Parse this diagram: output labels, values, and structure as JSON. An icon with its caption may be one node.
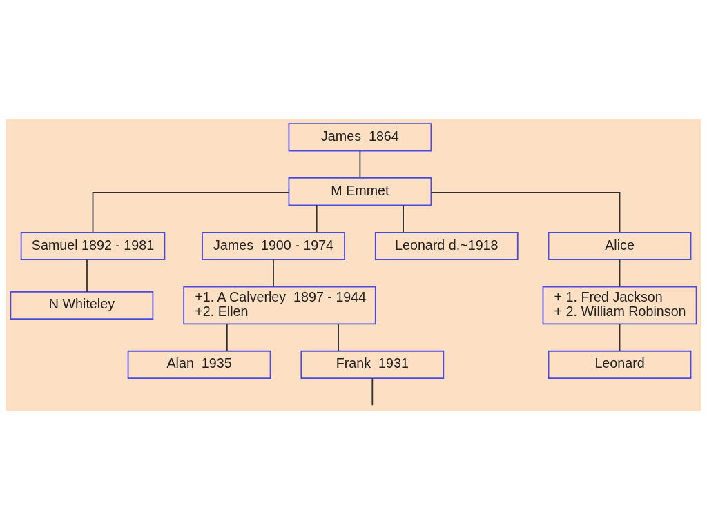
{
  "diagram": {
    "nodes": [
      {
        "text": [
          "James  1864"
        ]
      },
      {
        "text": [
          "M Emmet"
        ]
      },
      {
        "text": [
          "Samuel 1892 - 1981"
        ]
      },
      {
        "text": [
          "James  1900 - 1974"
        ]
      },
      {
        "text": [
          "Leonard d.~1918"
        ]
      },
      {
        "text": [
          "Alice"
        ]
      },
      {
        "text": [
          "N Whiteley"
        ]
      },
      {
        "text": [
          "+1. A Calverley  1897 - 1944",
          "+2. Ellen"
        ]
      },
      {
        "text": [
          "+ 1. Fred Jackson",
          "+ 2. William Robinson"
        ]
      },
      {
        "text": [
          "Alan  1935"
        ]
      },
      {
        "text": [
          "Frank  1931"
        ]
      },
      {
        "text": [
          "Leonard"
        ]
      }
    ],
    "edges": [
      {
        "from": 0,
        "to": 1,
        "arrow": "none"
      },
      {
        "from": 1,
        "to": 2,
        "arrow": "none"
      },
      {
        "from": 1,
        "to": 3,
        "arrow": "none"
      },
      {
        "from": 1,
        "to": 4,
        "arrow": "none"
      },
      {
        "from": 1,
        "to": 5,
        "arrow": "none"
      },
      {
        "from": 2,
        "to": 6,
        "arrow": "none"
      },
      {
        "from": 3,
        "to": 7,
        "arrow": "none"
      },
      {
        "from": 5,
        "to": 8,
        "arrow": "none"
      },
      {
        "from": 7,
        "to": 9,
        "arrow": "none"
      },
      {
        "from": 7,
        "to": 10,
        "arrow": "none"
      },
      {
        "from": 8,
        "to": 11,
        "arrow": "none"
      },
      {
        "from": 10,
        "to": null,
        "arrow": "none"
      }
    ]
  }
}
